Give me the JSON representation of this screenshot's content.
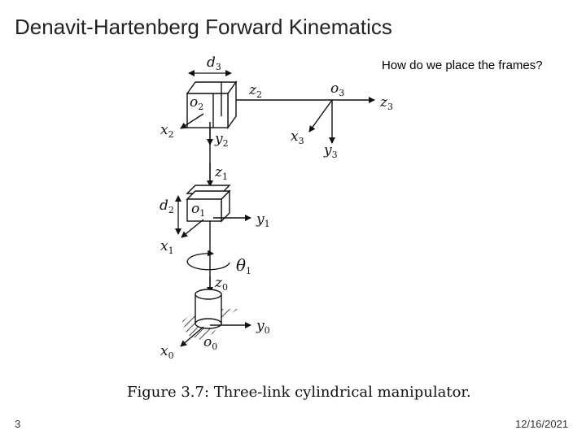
{
  "slide": {
    "title": "Denavit-Hartenberg Forward Kinematics",
    "question": "How do we place the frames?",
    "number": "3",
    "date": "12/16/2021"
  },
  "figure": {
    "caption": "Figure 3.7: Three-link cylindrical manipulator.",
    "labels": {
      "d3": "d",
      "d3_sub": "3",
      "o2": "o",
      "o2_sub": "2",
      "z2": "z",
      "z2_sub": "2",
      "o3": "o",
      "o3_sub": "3",
      "z3": "z",
      "z3_sub": "3",
      "x2": "x",
      "x2_sub": "2",
      "y2": "y",
      "y2_sub": "2",
      "x3": "x",
      "x3_sub": "3",
      "y3": "y",
      "y3_sub": "3",
      "z1": "z",
      "z1_sub": "1",
      "d2": "d",
      "d2_sub": "2",
      "o1": "o",
      "o1_sub": "1",
      "y1": "y",
      "y1_sub": "1",
      "x1": "x",
      "x1_sub": "1",
      "theta1": "θ",
      "theta1_sub": "1",
      "z0": "z",
      "z0_sub": "0",
      "y0": "y",
      "y0_sub": "0",
      "x0": "x",
      "x0_sub": "0",
      "o0": "o",
      "o0_sub": "0"
    }
  }
}
